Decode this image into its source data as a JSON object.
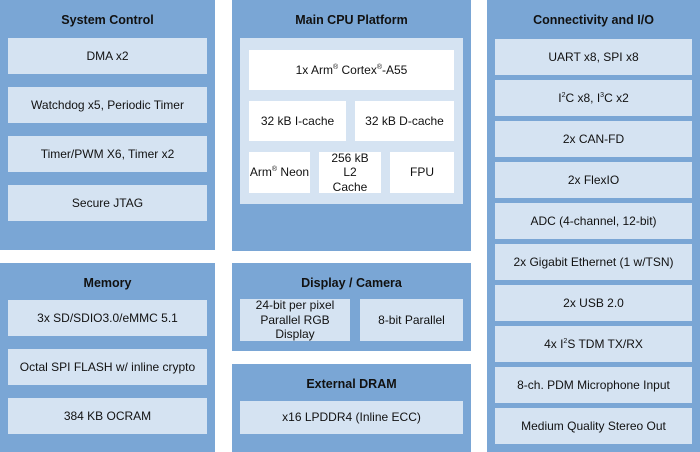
{
  "system_control": {
    "title": "System Control",
    "items": [
      "DMA x2",
      "Watchdog x5, Periodic Timer",
      "Timer/PWM X6, Timer x2",
      "Secure JTAG"
    ]
  },
  "memory": {
    "title": "Memory",
    "items": [
      "3x SD/SDIO3.0/eMMC 5.1",
      "Octal SPI FLASH w/ inline crypto",
      "384 KB OCRAM"
    ]
  },
  "main_cpu": {
    "title": "Main CPU Platform",
    "cpu": [
      "1x Arm",
      "®",
      " Cortex",
      "®",
      "-A55"
    ],
    "icache": "32 kB I-cache",
    "dcache": "32 kB D-cache",
    "neon": [
      "Arm",
      "®",
      " Neon"
    ],
    "l2": "256 kB L2 Cache",
    "fpu": "FPU"
  },
  "display_camera": {
    "title": "Display / Camera",
    "items": [
      "24-bit per pixel Parallel RGB Display",
      "8-bit Parallel"
    ]
  },
  "external_dram": {
    "title": "External DRAM",
    "item": "x16 LPDDR4 (Inline ECC)"
  },
  "connectivity": {
    "title": "Connectivity and I/O",
    "items": [
      "UART x8, SPI x8",
      "",
      "2x CAN-FD",
      "2x FlexIO",
      "ADC (4-channel, 12-bit)",
      "2x Gigabit Ethernet (1 w/TSN)",
      "2x USB 2.0",
      "",
      "8-ch. PDM Microphone Input",
      "Medium Quality Stereo Out"
    ],
    "i2c": [
      "I",
      "2",
      "C x8, I",
      "3",
      "C x2"
    ],
    "i2s": [
      "4x I",
      "2",
      "S TDM TX/RX"
    ]
  },
  "colors": {
    "panel": "#7aa6d5",
    "box": "#d5e3f2",
    "white": "#ffffff"
  }
}
